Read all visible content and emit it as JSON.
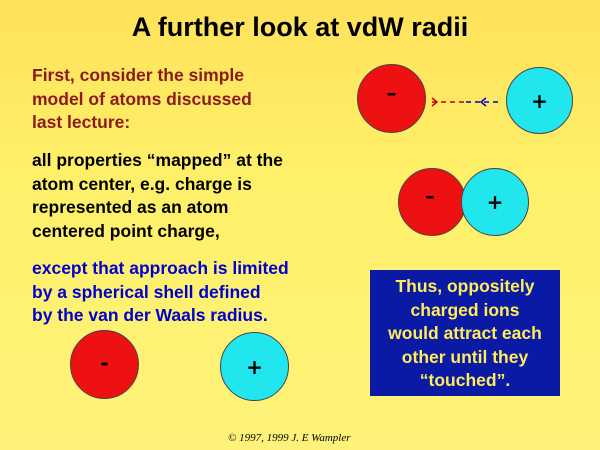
{
  "title": "A further look at vdW radii",
  "paragraphs": {
    "p1": [
      "First, consider the simple",
      "model of atoms discussed",
      "last lecture:"
    ],
    "p2": [
      "all properties “mapped” at the",
      "atom center, e.g. charge is",
      "represented as an atom",
      "centered point charge,"
    ],
    "p3": [
      "except that approach is limited",
      "by a spherical shell defined",
      "by the van der Waals radius."
    ]
  },
  "atoms": {
    "neg_sign": "–",
    "pos_sign": "+",
    "small_neg_sign": "-"
  },
  "note": [
    "Thus, oppositely",
    "charged ions",
    "would attract each",
    "other until they",
    "“touched”."
  ],
  "copyright": "© 1997, 1999 J. E Wampler",
  "colors": {
    "background": "#fff06a",
    "negative_atom": "#ee1111",
    "positive_atom": "#22e6ee",
    "note_bg": "#0a1aa4",
    "note_text": "#ffec5a",
    "p1_text": "#8b1a1a",
    "p3_text": "#0000cc",
    "arrow_left": "#cc0000",
    "arrow_right": "#0000cc"
  }
}
